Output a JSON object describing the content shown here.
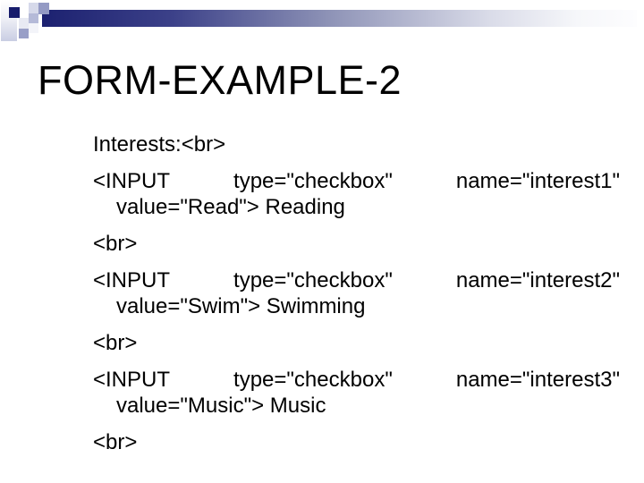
{
  "slide": {
    "title": "FORM-EXAMPLE-2"
  },
  "theme": {
    "background": "#ffffff",
    "text_color": "#000000",
    "accent_navy": "#171c6c",
    "bar_gradient_start": "#1c2170",
    "bar_gradient_end": "#fdfdfe",
    "pixel_slate": "#949ac4",
    "pixel_lavender": "#b5bad8"
  },
  "code": {
    "lines": [
      {
        "style": "plain",
        "text": "Interests:<br>"
      },
      {
        "style": "justified",
        "tokens": [
          "<INPUT",
          "type=\"checkbox\"",
          "name=\"interest1\""
        ]
      },
      {
        "style": "indent",
        "text": "value=\"Read\"> Reading"
      },
      {
        "style": "plain",
        "text": "<br>"
      },
      {
        "style": "justified",
        "tokens": [
          "<INPUT",
          "type=\"checkbox\"",
          "name=\"interest2\""
        ]
      },
      {
        "style": "indent",
        "text": "value=\"Swim\"> Swimming"
      },
      {
        "style": "plain",
        "text": "<br>"
      },
      {
        "style": "justified",
        "tokens": [
          "<INPUT",
          "type=\"checkbox\"",
          "name=\"interest3\""
        ]
      },
      {
        "style": "indent",
        "text": "value=\"Music\"> Music"
      },
      {
        "style": "plain",
        "text": "<br>"
      }
    ]
  }
}
